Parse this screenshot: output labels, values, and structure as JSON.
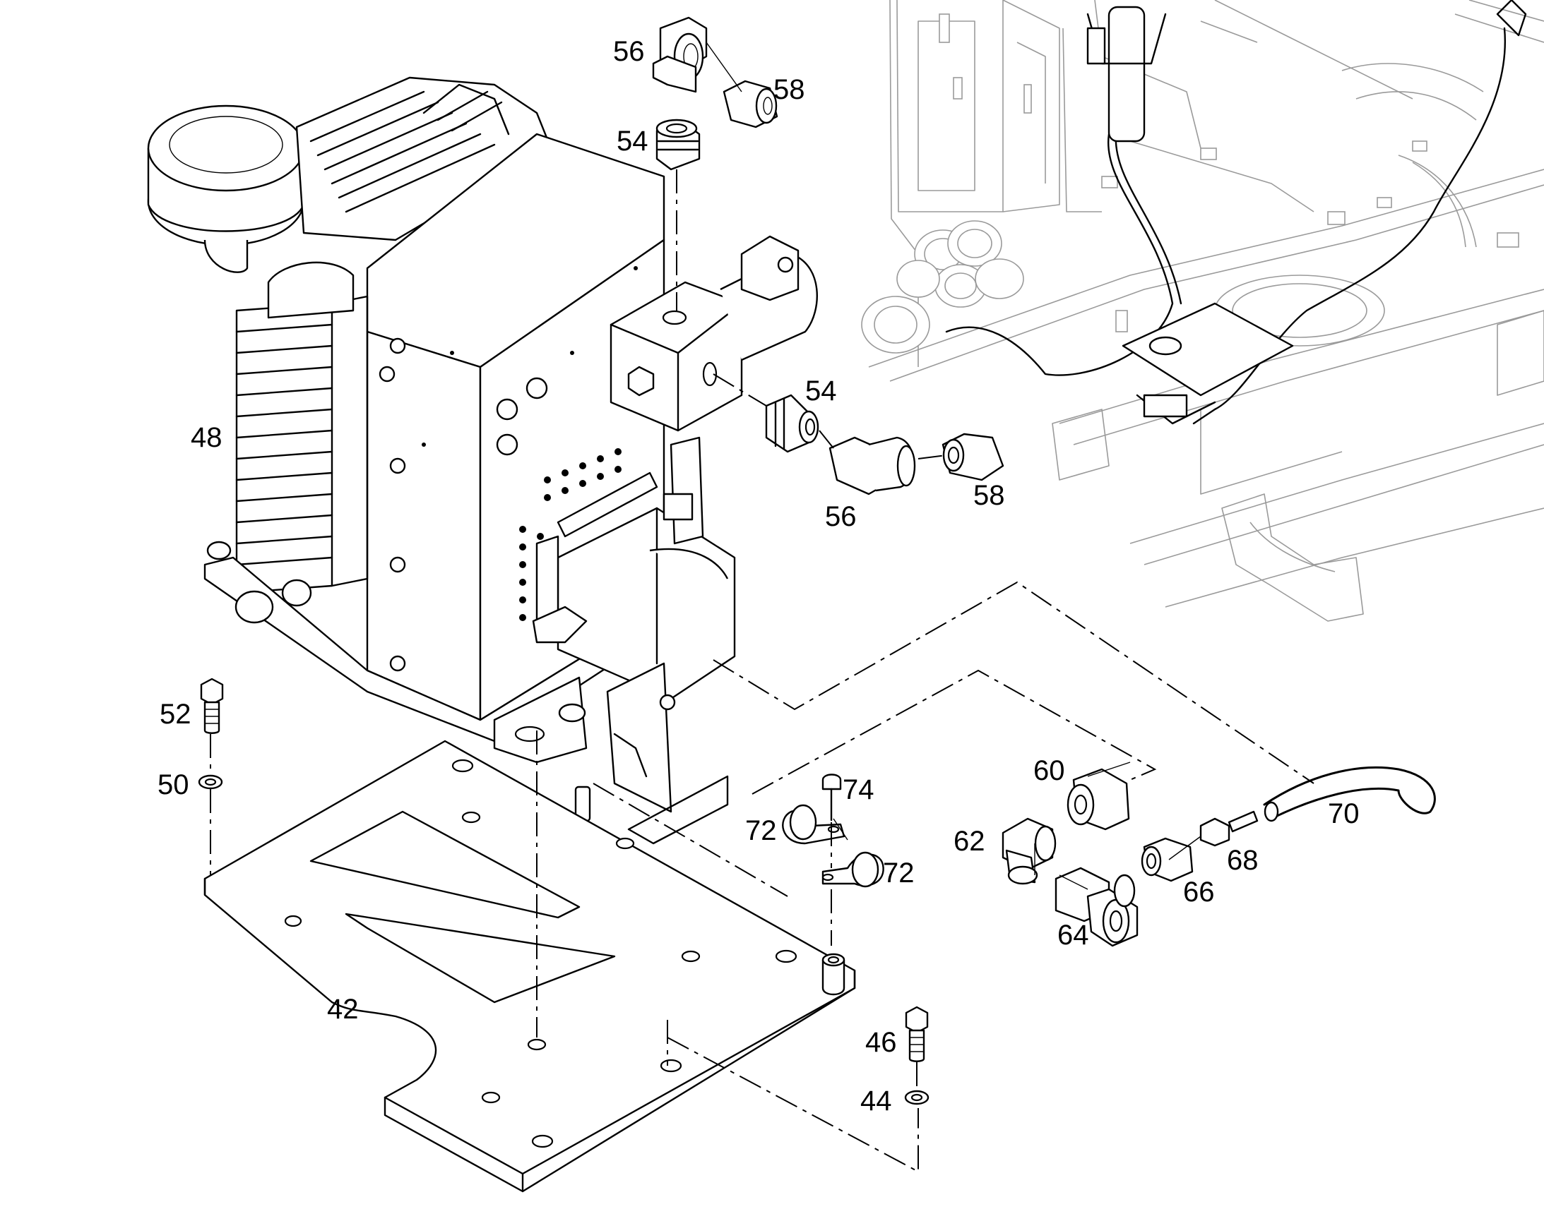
{
  "diagram": {
    "callouts": [
      {
        "id": "c56a",
        "text": "56"
      },
      {
        "id": "c58a",
        "text": "58"
      },
      {
        "id": "c54a",
        "text": "54"
      },
      {
        "id": "c48",
        "text": "48"
      },
      {
        "id": "c54b",
        "text": "54"
      },
      {
        "id": "c56b",
        "text": "56"
      },
      {
        "id": "c58b",
        "text": "58"
      },
      {
        "id": "c52",
        "text": "52"
      },
      {
        "id": "c50",
        "text": "50"
      },
      {
        "id": "c74",
        "text": "74"
      },
      {
        "id": "c72a",
        "text": "72"
      },
      {
        "id": "c72b",
        "text": "72"
      },
      {
        "id": "c60",
        "text": "60"
      },
      {
        "id": "c62",
        "text": "62"
      },
      {
        "id": "c64",
        "text": "64"
      },
      {
        "id": "c66",
        "text": "66"
      },
      {
        "id": "c68",
        "text": "68"
      },
      {
        "id": "c70",
        "text": "70"
      },
      {
        "id": "c42",
        "text": "42"
      },
      {
        "id": "c46",
        "text": "46"
      },
      {
        "id": "c44",
        "text": "44"
      }
    ],
    "colors": {
      "line": "#000000",
      "background_context": "#9a9a9a",
      "paper": "#ffffff"
    }
  }
}
